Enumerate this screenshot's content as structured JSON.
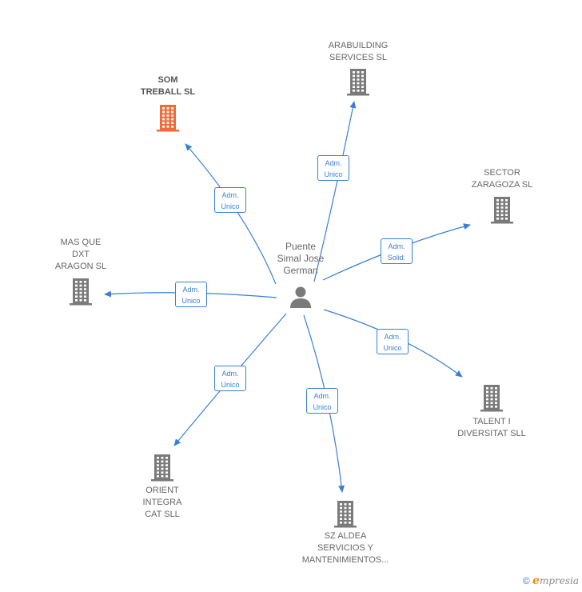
{
  "center": {
    "label": "Puente Simal Jose German",
    "lines": [
      "Puente",
      "Simal Jose",
      "German"
    ],
    "icon": "person-icon"
  },
  "companies": [
    {
      "id": "som-treball",
      "lines": [
        "SOM",
        "TREBALL  SL"
      ],
      "highlight": true,
      "icon": "building-icon"
    },
    {
      "id": "arabuilding",
      "lines": [
        "ARABUILDING",
        "SERVICES  SL"
      ],
      "highlight": false,
      "icon": "building-icon"
    },
    {
      "id": "sector-zaragoza",
      "lines": [
        "SECTOR",
        "ZARAGOZA  SL"
      ],
      "highlight": false,
      "icon": "building-icon"
    },
    {
      "id": "mas-que-dxt",
      "lines": [
        "MAS QUE",
        "DXT",
        "ARAGON SL"
      ],
      "highlight": false,
      "icon": "building-icon"
    },
    {
      "id": "talent",
      "lines": [
        "TALENT I",
        "DIVERSITAT  SLL"
      ],
      "highlight": false,
      "icon": "building-icon"
    },
    {
      "id": "orient",
      "lines": [
        "ORIENT",
        "INTEGRA",
        "CAT  SLL"
      ],
      "highlight": false,
      "icon": "building-icon"
    },
    {
      "id": "sz-aldea",
      "lines": [
        "SZ ALDEA",
        "SERVICIOS Y",
        "MANTENIMIENTOS..."
      ],
      "highlight": false,
      "icon": "building-icon"
    }
  ],
  "edges": [
    {
      "to": "som-treball",
      "label": [
        "Adm.",
        "Unico"
      ]
    },
    {
      "to": "arabuilding",
      "label": [
        "Adm.",
        "Unico"
      ]
    },
    {
      "to": "sector-zaragoza",
      "label": [
        "Adm.",
        "Solid."
      ]
    },
    {
      "to": "mas-que-dxt",
      "label": [
        "Adm.",
        "Unico"
      ]
    },
    {
      "to": "talent",
      "label": [
        "Adm.",
        "Unico"
      ]
    },
    {
      "to": "orient",
      "label": [
        "Adm.",
        "Unico"
      ]
    },
    {
      "to": "sz-aldea",
      "label": [
        "Adm.",
        "Unico"
      ]
    }
  ],
  "footer": {
    "copyright": "©",
    "brand_first": "e",
    "brand_rest": "mpresia"
  },
  "colors": {
    "edge": "#3a7fd5",
    "building": "#7a7a7a",
    "building_highlight": "#f26b38",
    "person": "#7a7a7a"
  }
}
